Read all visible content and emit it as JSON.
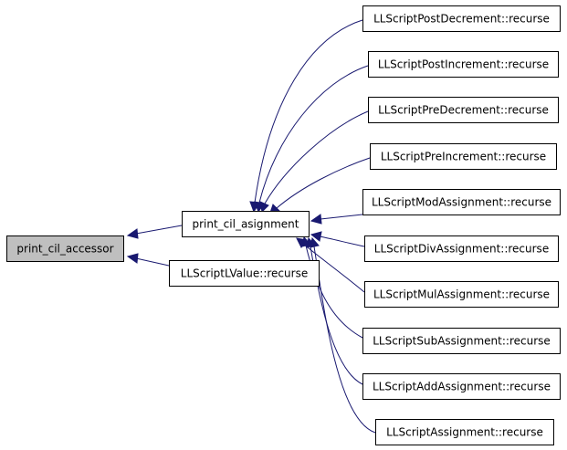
{
  "diagram": {
    "edge_color": "#191970",
    "root_fill": "#bfbfbf",
    "nodes": [
      {
        "id": "n0",
        "label": "print_cil_accessor",
        "root": true
      },
      {
        "id": "n1",
        "label": "print_cil_asignment"
      },
      {
        "id": "n2",
        "label": "LLScriptLValue::recurse"
      },
      {
        "id": "n3",
        "label": "LLScriptPostDecrement::recurse"
      },
      {
        "id": "n4",
        "label": "LLScriptPostIncrement::recurse"
      },
      {
        "id": "n5",
        "label": "LLScriptPreDecrement::recurse"
      },
      {
        "id": "n6",
        "label": "LLScriptPreIncrement::recurse"
      },
      {
        "id": "n7",
        "label": "LLScriptModAssignment::recurse"
      },
      {
        "id": "n8",
        "label": "LLScriptDivAssignment::recurse"
      },
      {
        "id": "n9",
        "label": "LLScriptMulAssignment::recurse"
      },
      {
        "id": "n10",
        "label": "LLScriptSubAssignment::recurse"
      },
      {
        "id": "n11",
        "label": "LLScriptAddAssignment::recurse"
      },
      {
        "id": "n12",
        "label": "LLScriptAssignment::recurse"
      }
    ],
    "edges": [
      {
        "from": "n1",
        "to": "n0"
      },
      {
        "from": "n2",
        "to": "n0"
      },
      {
        "from": "n3",
        "to": "n1"
      },
      {
        "from": "n4",
        "to": "n1"
      },
      {
        "from": "n5",
        "to": "n1"
      },
      {
        "from": "n6",
        "to": "n1"
      },
      {
        "from": "n7",
        "to": "n1"
      },
      {
        "from": "n8",
        "to": "n1"
      },
      {
        "from": "n9",
        "to": "n1"
      },
      {
        "from": "n10",
        "to": "n1"
      },
      {
        "from": "n11",
        "to": "n1"
      },
      {
        "from": "n12",
        "to": "n1"
      }
    ]
  }
}
